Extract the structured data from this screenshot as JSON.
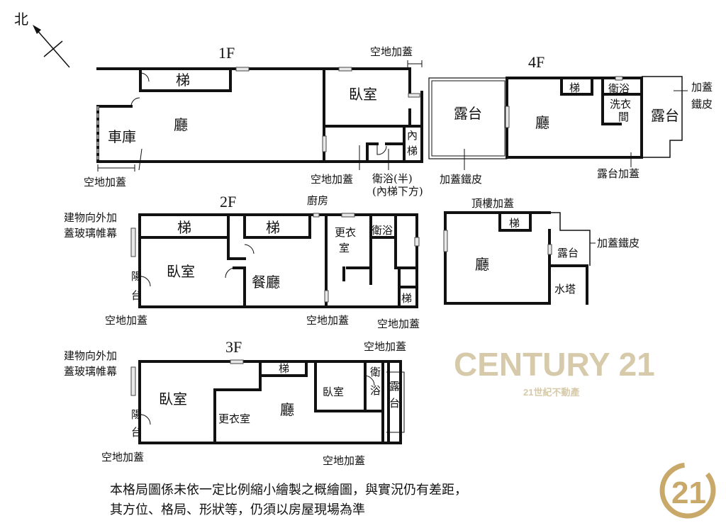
{
  "compass": {
    "north_label": "北"
  },
  "floors": {
    "f1": {
      "title": "1F",
      "stairs": "梯",
      "hall": "廳",
      "garage": "車庫",
      "bedroom": "臥室",
      "inner_stair_1": "內",
      "inner_stair_2": "梯",
      "annex_top": "空地加蓋",
      "annex_left": "空地加蓋",
      "annex_bottom": "空地加蓋",
      "bath_half": "衛浴(半)",
      "bath_note": "(內梯下方)"
    },
    "f2": {
      "title": "2F",
      "kitchen": "廚房",
      "stairs_a": "梯",
      "stairs_b": "梯",
      "bedroom": "臥室",
      "dining": "餐廳",
      "closet_1": "更衣",
      "closet_2": "室",
      "bath": "衛浴",
      "balcony_1": "陽",
      "balcony_2": "台",
      "stairs_c": "梯",
      "curtain_1": "建物向外加",
      "curtain_2": "蓋玻璃帷幕",
      "annex_left": "空地加蓋",
      "annex_mid": "空地加蓋",
      "annex_right": "空地加蓋"
    },
    "f3": {
      "title": "3F",
      "annex_top": "空地加蓋",
      "stairs": "梯",
      "bedroom": "臥室",
      "closet": "更衣室",
      "hall": "廳",
      "bedroom_small": "臥室",
      "bath_1": "衛",
      "bath_2": "浴",
      "terrace_1": "露",
      "terrace_2": "台",
      "balcony_1": "陽",
      "balcony_2": "台",
      "curtain_1": "建物向外加",
      "curtain_2": "蓋玻璃帷幕",
      "annex_left": "空地加蓋",
      "annex_bottom": "空地加蓋"
    },
    "f4": {
      "title": "4F",
      "terrace_left": "露台",
      "hall": "廳",
      "stairs": "梯",
      "bath": "衛浴",
      "laundry_1": "洗衣",
      "laundry_2": "間",
      "terrace_right": "露台",
      "iron_left": "加蓋鐵皮",
      "iron_right_1": "加蓋",
      "iron_right_2": "鐵皮",
      "terrace_annex": "露台加蓋"
    },
    "roof": {
      "title": "頂樓加蓋",
      "stairs": "梯",
      "hall": "廳",
      "terrace": "露台",
      "water_tower": "水塔",
      "iron": "加蓋鐵皮"
    }
  },
  "disclaimer": {
    "line1": "本格局圖係未依一定比例縮小繪製之概繪圖，與實況仍有差距，",
    "line2": "其方位、格局、形狀等，仍須以房屋現場為準"
  },
  "watermark": {
    "brand": "CENTURY 21",
    "sub": "21世紀不動產",
    "logo": "21"
  },
  "colors": {
    "walls": "#111111",
    "watermark": "#c9b98f",
    "logo_gold": "#c8a96a"
  }
}
